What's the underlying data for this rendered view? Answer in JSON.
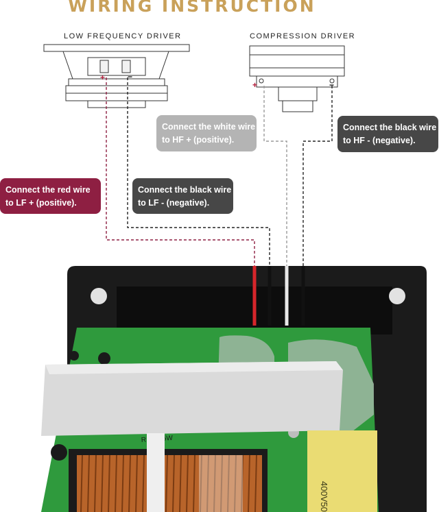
{
  "title": "WIRING INSTRUCTION",
  "drivers": {
    "low": {
      "label": "LOW FREQUENCY DRIVER",
      "plus": "+",
      "minus": "−"
    },
    "compression": {
      "label": "COMPRESSION DRIVER",
      "plus": "+",
      "minus": "−"
    }
  },
  "callouts": {
    "red_lf_plus": {
      "line1": "Connect the red wire",
      "line2": "to  LF + (positive).",
      "color": "#8e1f42"
    },
    "black_lf_minus": {
      "line1": "Connect the black wire",
      "line2": "to  LF - (negative).",
      "color": "#474747"
    },
    "white_hf_plus": {
      "line1": "Connect the white wire",
      "line2": "to HF + (positive).",
      "color": "#b4b4b4"
    },
    "black_hf_minus": {
      "line1": "Connect the black wire",
      "line2": "to  HF - (negative).",
      "color": "#474747"
    }
  },
  "wires": {
    "red": "#d6262b",
    "black": "#111111",
    "white": "#e8e8e8"
  },
  "board": {
    "marking": "R1  R  25W",
    "capacitor_text": "400V50",
    "pcb_color": "#2f9a3d",
    "plate_color": "#1b1b1b"
  }
}
